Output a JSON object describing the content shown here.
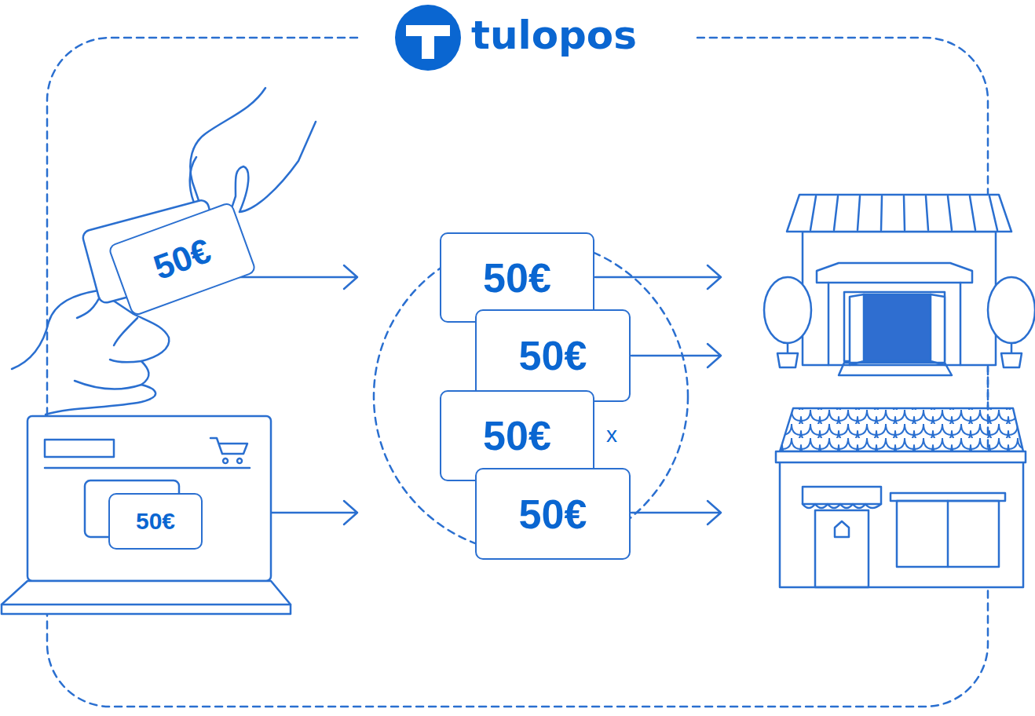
{
  "diagram": {
    "title": "tulopos",
    "nodes": [
      {
        "text": [
          "50€"
        ]
      },
      {
        "text": [
          "50€"
        ]
      },
      {
        "text": [
          "50€"
        ]
      },
      {
        "text": [
          "50€"
        ]
      },
      {
        "text": [
          "50€"
        ]
      },
      {
        "text": [
          "50€"
        ]
      }
    ],
    "labels": [
      "x"
    ]
  }
}
